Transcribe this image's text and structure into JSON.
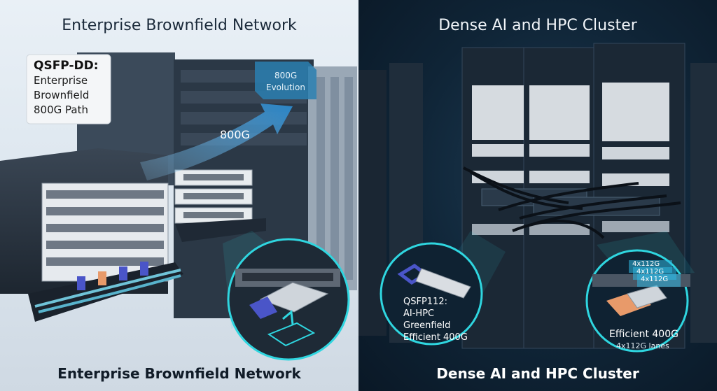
{
  "left": {
    "top_title": "Enterprise Brownfield Network",
    "bottom_title": "Enterprise Brownfield Network",
    "label_box": {
      "heading": "QSFP-DD:",
      "line1": "Enterprise",
      "line2": "Brownfield",
      "line3": "800G Path"
    },
    "evolution": {
      "line1": "800G",
      "line2": "Evolution"
    },
    "arrow_label": "800G"
  },
  "right": {
    "top_title": "Dense AI and HPC Cluster",
    "bottom_title": "Dense AI and HPC Cluster",
    "callout_left": {
      "line1": "QSFP112:",
      "line2": "AI-HPC",
      "line3": "Greenfield",
      "line4": "Efficient 400G"
    },
    "callout_right": {
      "line1": "Efficient 400G",
      "line2": "4x112G lanes"
    },
    "lanes": [
      "4x112G",
      "4x112G",
      "4x112G"
    ]
  },
  "colors": {
    "accent_teal": "#2fd6e0",
    "arrow_blue": "#2a86c8",
    "qsfp_blue": "#4a55c8",
    "qsfp_orange": "#e89a6a"
  }
}
